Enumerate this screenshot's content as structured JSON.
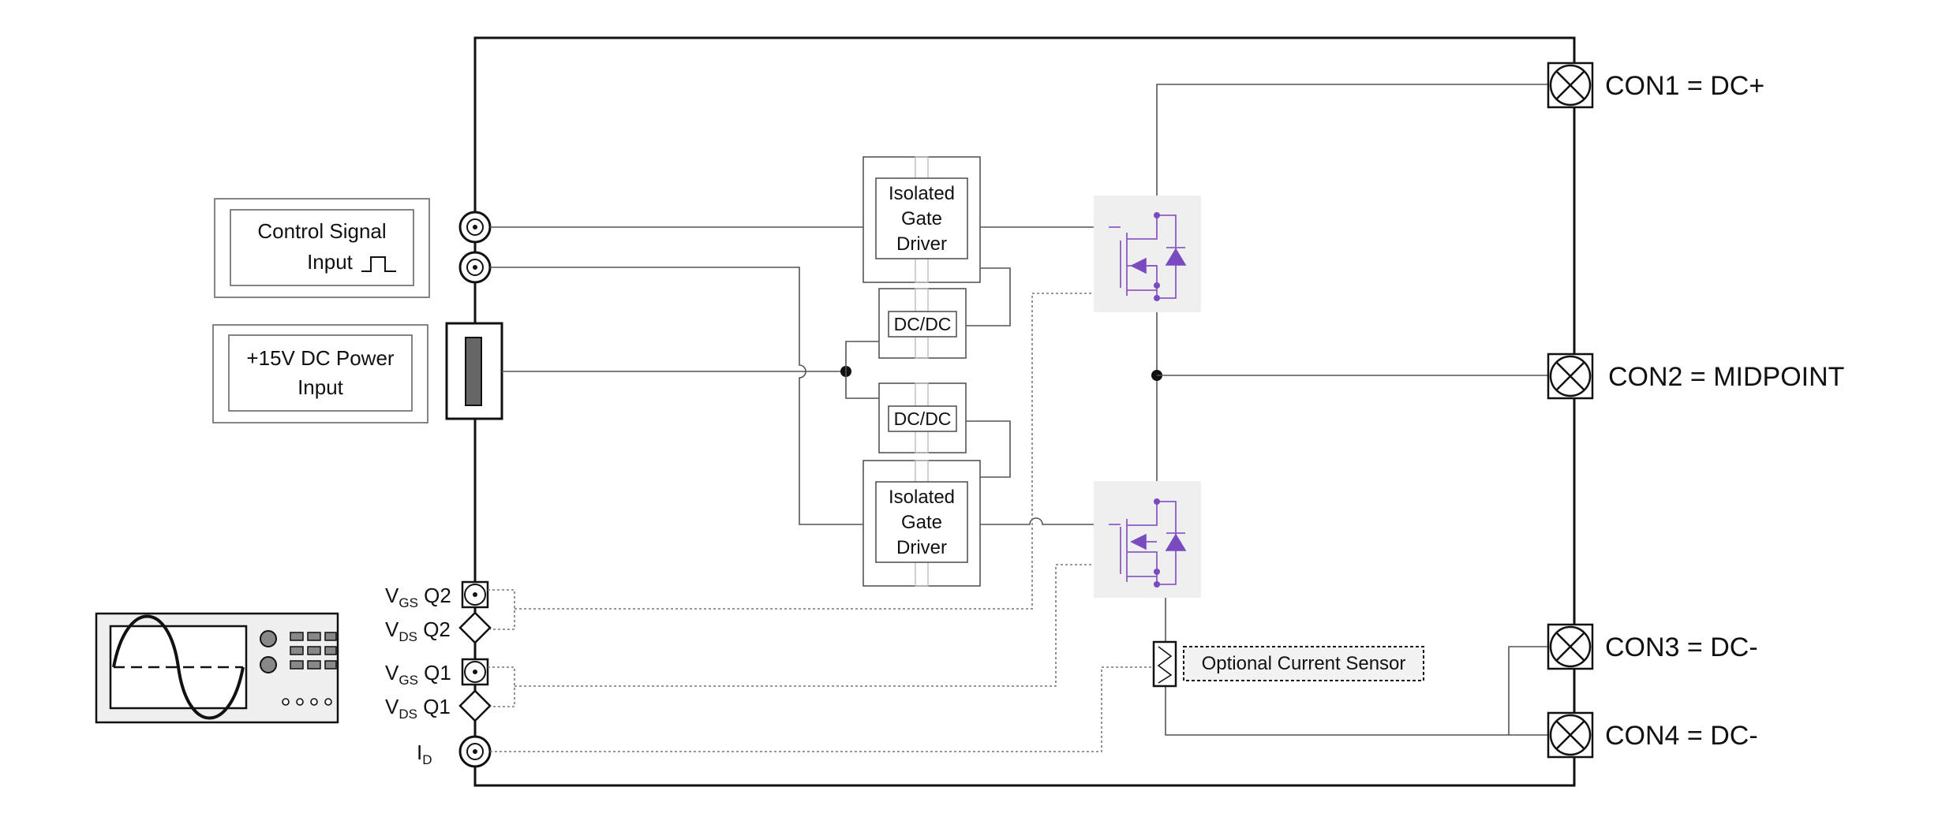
{
  "control_signal": {
    "line1": "Control Signal",
    "line2": "Input"
  },
  "power_input": {
    "line1": "+15V DC Power",
    "line2": "Input"
  },
  "gate_driver": {
    "top": [
      "Isolated",
      "Gate",
      "Driver"
    ],
    "bottom": [
      "Isolated",
      "Gate",
      "Driver"
    ]
  },
  "dcdc": {
    "top": "DC/DC",
    "bottom": "DC/DC"
  },
  "connectors": {
    "con1": "CON1 = DC+",
    "con2": "CON2 = MIDPOINT",
    "con3": "CON3 = DC-",
    "con4": "CON4 = DC-"
  },
  "probes": {
    "vgs_q2": {
      "v": "V",
      "sub": "GS",
      "q": " Q2"
    },
    "vds_q2": {
      "v": "V",
      "sub": "DS",
      "q": " Q2"
    },
    "vgs_q1": {
      "v": "V",
      "sub": "GS",
      "q": " Q1"
    },
    "vds_q1": {
      "v": "V",
      "sub": "DS",
      "q": " Q1"
    },
    "id": {
      "v": "I",
      "sub": "D"
    }
  },
  "current_sensor": "Optional Current Sensor",
  "colors": {
    "mosfet": "#7a4bc0",
    "mosfet_bg": "#efefef",
    "border": "#111111"
  }
}
